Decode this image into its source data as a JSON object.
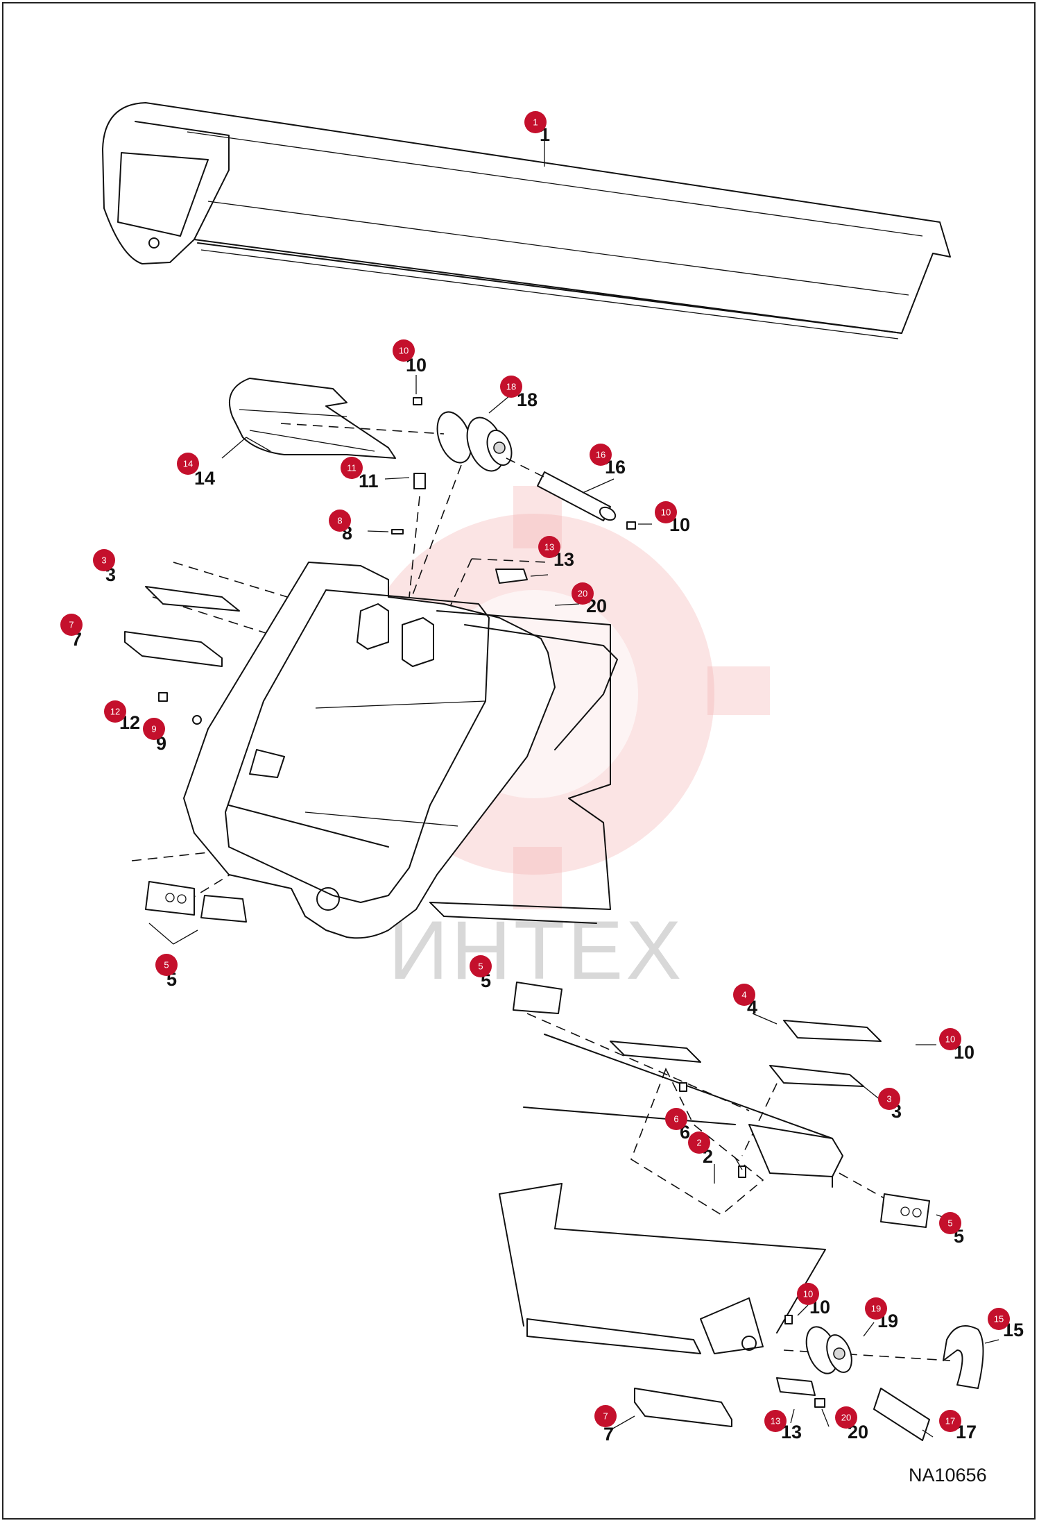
{
  "diagram": {
    "drawing_code": "NA10656",
    "watermark": "ИНТЕХ",
    "callouts": [
      {
        "n": "1",
        "label": "1"
      },
      {
        "n": "10",
        "label": "10"
      },
      {
        "n": "18",
        "label": "18"
      },
      {
        "n": "14",
        "label": "14"
      },
      {
        "n": "11",
        "label": "11"
      },
      {
        "n": "16",
        "label": "16"
      },
      {
        "n": "10",
        "label": "10"
      },
      {
        "n": "8",
        "label": "8"
      },
      {
        "n": "13",
        "label": "13"
      },
      {
        "n": "3",
        "label": "3"
      },
      {
        "n": "20",
        "label": "20"
      },
      {
        "n": "7",
        "label": "7"
      },
      {
        "n": "12",
        "label": "12"
      },
      {
        "n": "9",
        "label": "9"
      },
      {
        "n": "5",
        "label": "5"
      },
      {
        "n": "5",
        "label": "5"
      },
      {
        "n": "4",
        "label": "4"
      },
      {
        "n": "10",
        "label": "10"
      },
      {
        "n": "3",
        "label": "3"
      },
      {
        "n": "6",
        "label": "6"
      },
      {
        "n": "2",
        "label": "2"
      },
      {
        "n": "5",
        "label": "5"
      },
      {
        "n": "10",
        "label": "10"
      },
      {
        "n": "19",
        "label": "19"
      },
      {
        "n": "15",
        "label": "15"
      },
      {
        "n": "7",
        "label": "7"
      },
      {
        "n": "13",
        "label": "13"
      },
      {
        "n": "20",
        "label": "20"
      },
      {
        "n": "17",
        "label": "17"
      }
    ],
    "badge_color": "#c4102c"
  }
}
